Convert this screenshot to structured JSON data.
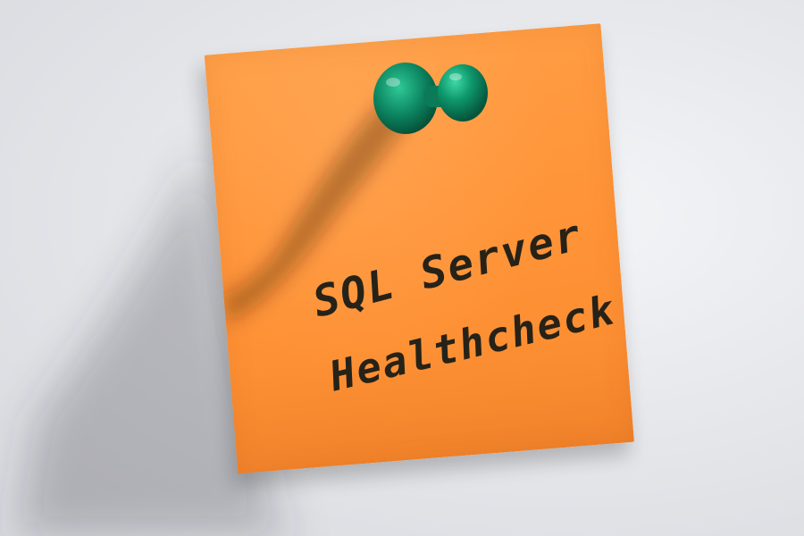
{
  "photo": {
    "subject": "sticky-note-pinned-to-wall",
    "note": {
      "line_1": "SQL Server",
      "line_2": "Healthcheck",
      "paper_color": "#fb8a2e",
      "ink_color": "#262218"
    },
    "pin": {
      "icon": "push-pin-icon",
      "color": "#0f8b64"
    },
    "wall_color": "#e7e8ec"
  }
}
